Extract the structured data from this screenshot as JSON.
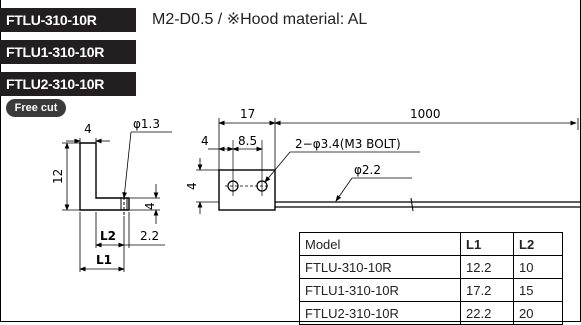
{
  "models": [
    "FTLU-310-10R",
    "FTLU1-310-10R",
    "FTLU2-310-10R"
  ],
  "spec": "M2-D0.5 / ※Hood material: AL",
  "badge": "Free cut",
  "dims": {
    "w4": "4",
    "dia13": "φ1.3",
    "h12": "12",
    "h4": "4",
    "l2": "L2",
    "d22": "2.2",
    "l1": "L1",
    "a17": "17",
    "a1000": "1000",
    "a4": "4",
    "a85": "8.5",
    "bolt": "2−φ3.4(M3 BOLT)",
    "cable": "φ2.2",
    "v4": "4"
  },
  "table": {
    "headers": [
      "Model",
      "L1",
      "L2"
    ],
    "rows": [
      [
        "FTLU-310-10R",
        "12.2",
        "10"
      ],
      [
        "FTLU1-310-10R",
        "17.2",
        "15"
      ],
      [
        "FTLU2-310-10R",
        "22.2",
        "20"
      ]
    ]
  }
}
